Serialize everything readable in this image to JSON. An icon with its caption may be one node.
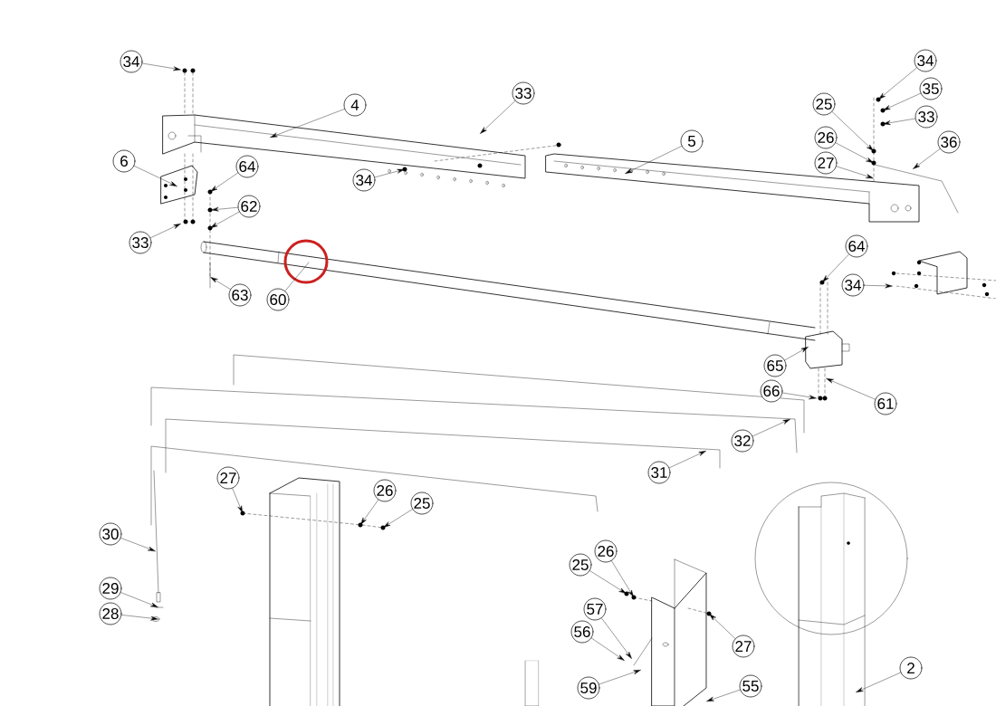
{
  "diagram": {
    "nodes": [
      {
        "text": [
          "34"
        ]
      },
      {
        "text": [
          "4"
        ]
      },
      {
        "text": [
          "33"
        ]
      },
      {
        "text": [
          "6"
        ]
      },
      {
        "text": [
          "64"
        ]
      },
      {
        "text": [
          "62"
        ]
      },
      {
        "text": [
          "34"
        ]
      },
      {
        "text": [
          "5"
        ]
      },
      {
        "text": [
          "33"
        ]
      },
      {
        "text": [
          "63"
        ]
      },
      {
        "text": [
          "60"
        ]
      },
      {
        "text": [
          "34"
        ]
      },
      {
        "text": [
          "35"
        ]
      },
      {
        "text": [
          "33"
        ]
      },
      {
        "text": [
          "25"
        ]
      },
      {
        "text": [
          "26"
        ]
      },
      {
        "text": [
          "27"
        ]
      },
      {
        "text": [
          "36"
        ]
      },
      {
        "text": [
          "64"
        ]
      },
      {
        "text": [
          "34"
        ]
      },
      {
        "text": [
          "65"
        ]
      },
      {
        "text": [
          "66"
        ]
      },
      {
        "text": [
          "61"
        ]
      },
      {
        "text": [
          "32"
        ]
      },
      {
        "text": [
          "31"
        ]
      },
      {
        "text": [
          "27"
        ]
      },
      {
        "text": [
          "26"
        ]
      },
      {
        "text": [
          "25"
        ]
      },
      {
        "text": [
          "30"
        ]
      },
      {
        "text": [
          "29"
        ]
      },
      {
        "text": [
          "28"
        ]
      },
      {
        "text": [
          "26"
        ]
      },
      {
        "text": [
          "25"
        ]
      },
      {
        "text": [
          "57"
        ]
      },
      {
        "text": [
          "56"
        ]
      },
      {
        "text": [
          "27"
        ]
      },
      {
        "text": [
          "59"
        ]
      },
      {
        "text": [
          "55"
        ]
      },
      {
        "text": [
          "2"
        ]
      }
    ],
    "edges": [
      {
        "from": 0,
        "to": null,
        "arrow": "to"
      },
      {
        "from": 1,
        "to": null,
        "arrow": "to"
      },
      {
        "from": 2,
        "to": null,
        "arrow": "to"
      },
      {
        "from": 3,
        "to": null,
        "arrow": "to"
      },
      {
        "from": 4,
        "to": null,
        "arrow": "to"
      },
      {
        "from": 5,
        "to": null,
        "arrow": "to"
      },
      {
        "from": 5,
        "to": null,
        "arrow": "to"
      },
      {
        "from": 6,
        "to": null,
        "arrow": "to"
      },
      {
        "from": 7,
        "to": null,
        "arrow": "to"
      },
      {
        "from": 8,
        "to": null,
        "arrow": "to"
      },
      {
        "from": 9,
        "to": null,
        "arrow": "to"
      },
      {
        "from": 10,
        "to": null,
        "arrow": "none"
      },
      {
        "from": 11,
        "to": null,
        "arrow": "to"
      },
      {
        "from": 12,
        "to": null,
        "arrow": "to"
      },
      {
        "from": 13,
        "to": null,
        "arrow": "to"
      },
      {
        "from": 14,
        "to": null,
        "arrow": "to"
      },
      {
        "from": 15,
        "to": null,
        "arrow": "to"
      },
      {
        "from": 16,
        "to": null,
        "arrow": "to"
      },
      {
        "from": 17,
        "to": null,
        "arrow": "to"
      },
      {
        "from": 18,
        "to": null,
        "arrow": "to"
      },
      {
        "from": 19,
        "to": null,
        "arrow": "to"
      },
      {
        "from": 20,
        "to": null,
        "arrow": "to"
      },
      {
        "from": 21,
        "to": null,
        "arrow": "to"
      },
      {
        "from": 22,
        "to": null,
        "arrow": "to"
      },
      {
        "from": 23,
        "to": null,
        "arrow": "to"
      },
      {
        "from": 24,
        "to": null,
        "arrow": "to"
      },
      {
        "from": 25,
        "to": null,
        "arrow": "to"
      },
      {
        "from": 26,
        "to": null,
        "arrow": "to"
      },
      {
        "from": 27,
        "to": null,
        "arrow": "to"
      },
      {
        "from": 28,
        "to": null,
        "arrow": "to"
      },
      {
        "from": 29,
        "to": null,
        "arrow": "to"
      },
      {
        "from": 30,
        "to": null,
        "arrow": "to"
      },
      {
        "from": 31,
        "to": null,
        "arrow": "to"
      },
      {
        "from": 32,
        "to": null,
        "arrow": "to"
      },
      {
        "from": 33,
        "to": null,
        "arrow": "to"
      },
      {
        "from": 34,
        "to": null,
        "arrow": "to"
      },
      {
        "from": 35,
        "to": null,
        "arrow": "to"
      },
      {
        "from": 36,
        "to": null,
        "arrow": "to"
      },
      {
        "from": 37,
        "to": null,
        "arrow": "to"
      },
      {
        "from": 38,
        "to": null,
        "arrow": "to"
      }
    ]
  }
}
